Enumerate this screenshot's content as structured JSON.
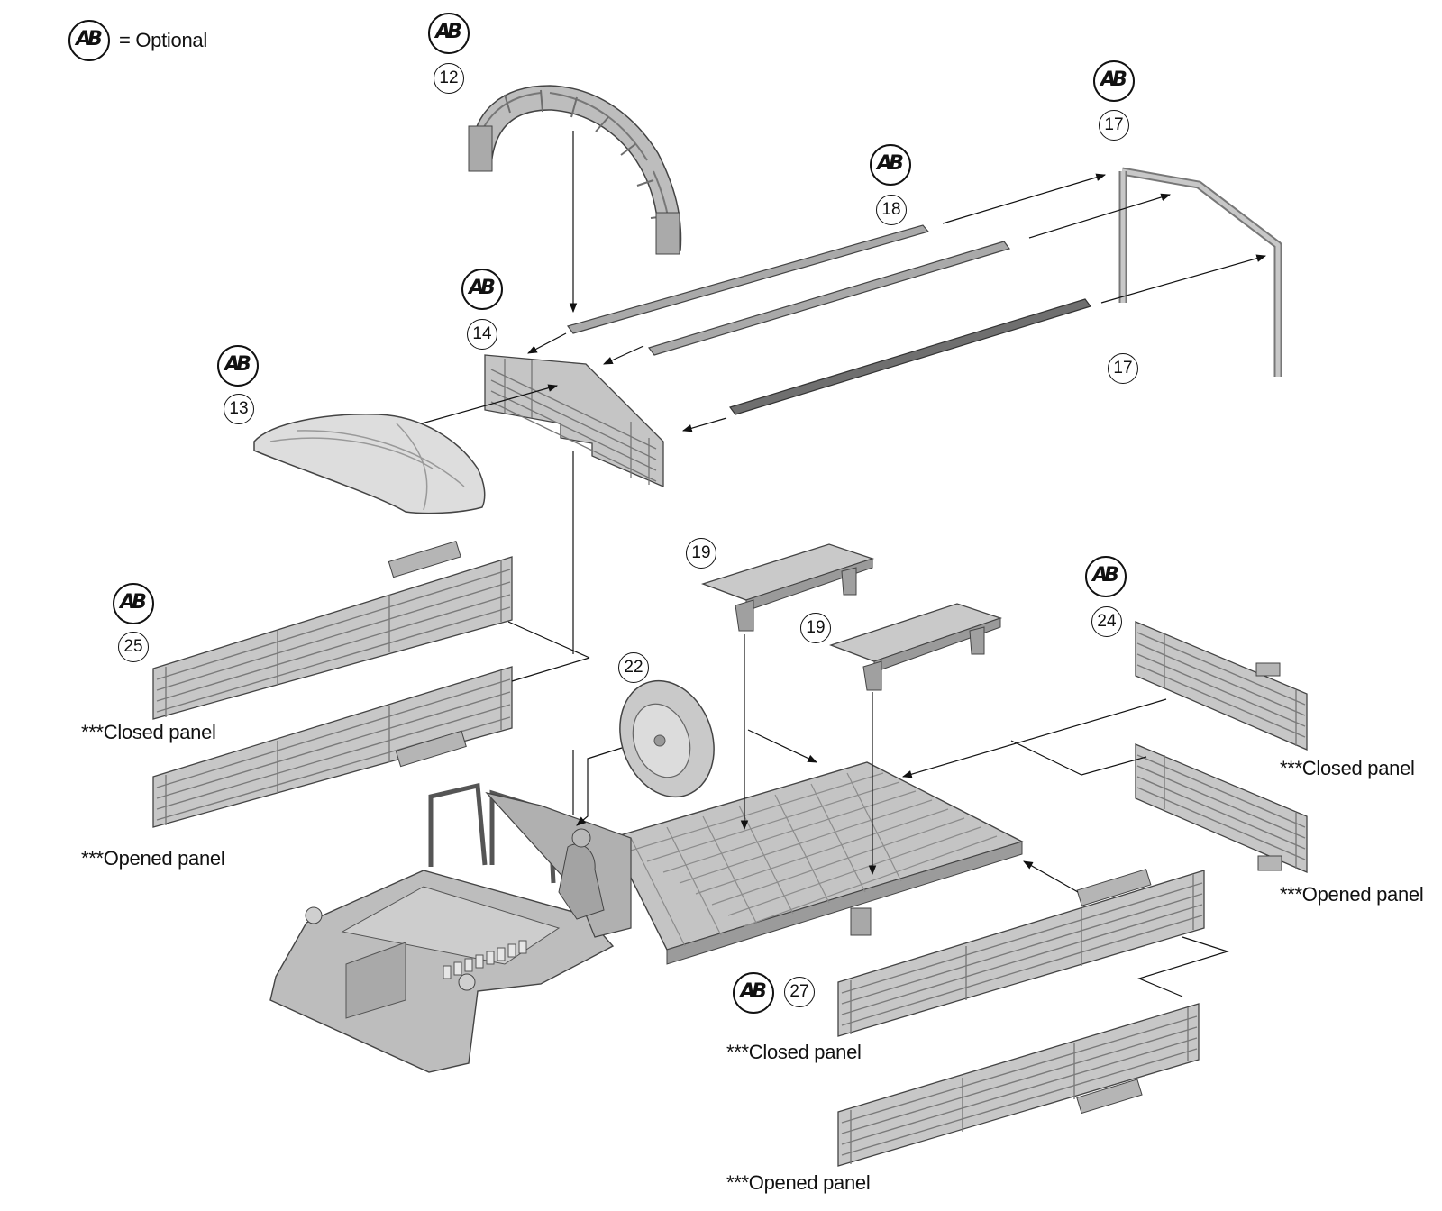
{
  "legend": {
    "badge": "AB",
    "text": "= Optional"
  },
  "callouts": [
    {
      "id": "p12",
      "number": "12",
      "optional": true
    },
    {
      "id": "p13",
      "number": "13",
      "optional": true
    },
    {
      "id": "p14",
      "number": "14",
      "optional": true
    },
    {
      "id": "p17a",
      "number": "17",
      "optional": true
    },
    {
      "id": "p17b",
      "number": "17",
      "optional": false
    },
    {
      "id": "p18",
      "number": "18",
      "optional": true
    },
    {
      "id": "p19a",
      "number": "19",
      "optional": false
    },
    {
      "id": "p19b",
      "number": "19",
      "optional": false
    },
    {
      "id": "p22",
      "number": "22",
      "optional": false
    },
    {
      "id": "p24",
      "number": "24",
      "optional": true
    },
    {
      "id": "p25",
      "number": "25",
      "optional": true
    },
    {
      "id": "p27",
      "number": "27",
      "optional": true
    }
  ],
  "panel_labels": {
    "left_closed": "***Closed panel",
    "left_opened": "***Opened panel",
    "right_closed": "***Closed panel",
    "right_opened": "***Opened panel",
    "front_closed": "***Closed panel",
    "front_opened": "***Opened panel"
  },
  "colors": {
    "part_fill": "#c9c9c9",
    "part_dark": "#8e8e8e",
    "part_light": "#e4e4e4",
    "ink": "#111111"
  }
}
